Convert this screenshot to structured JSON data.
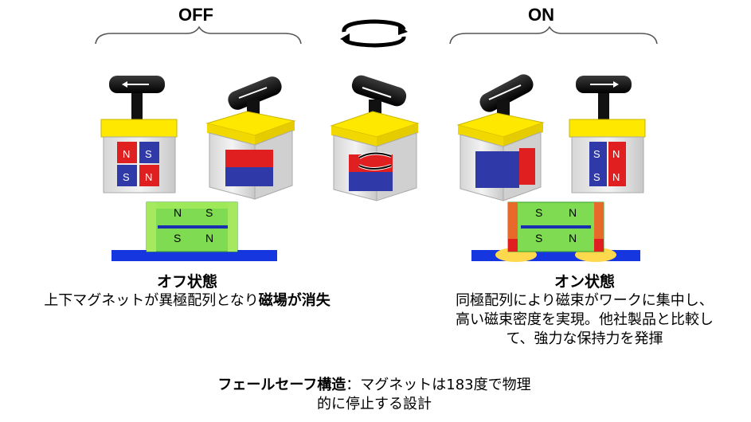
{
  "labels": {
    "off": "OFF",
    "on": "ON"
  },
  "off_caption": {
    "title": "オフ状態",
    "text_plain": "上下マグネットが異極配列となり",
    "text_bold": "磁場が消失"
  },
  "on_caption": {
    "title": "オン状態",
    "line1": "同極配列により磁束がワークに集中し、",
    "line2": "高い磁束密度を実現。他社製品と比較し",
    "line3": "て、強力な保持力を発揮"
  },
  "footer": {
    "bold": "フェールセーフ構造",
    "line1_rest": "：マグネットは183度で物理",
    "line2": "的に停止する設計"
  },
  "poles": {
    "north": "N",
    "south": "S"
  },
  "colors": {
    "yellow": "#ffe800",
    "red": "#e02020",
    "blue": "#2f3aa8",
    "plate_blue": "#1636e0",
    "field_green": "#7fdc52"
  },
  "icons": [
    "rotate-arrows-icon",
    "magnet-switch-illustration",
    "field-simulation-illustration"
  ]
}
